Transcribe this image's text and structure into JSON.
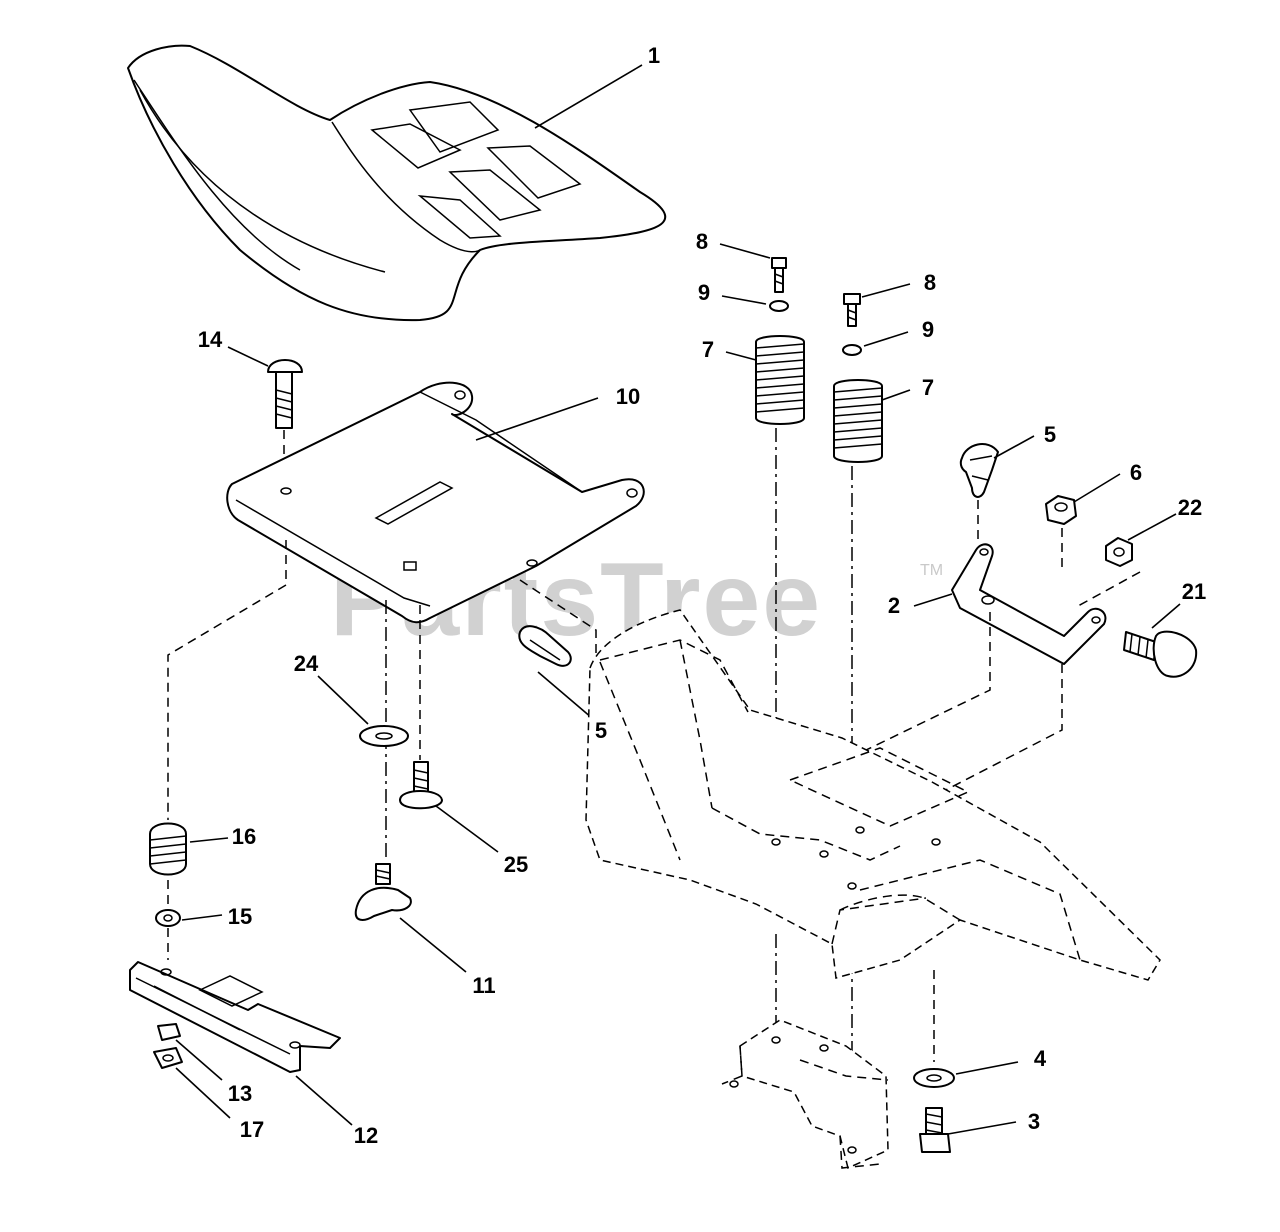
{
  "watermark": {
    "text": "PartsTree",
    "trademark": "TM"
  },
  "callouts": [
    {
      "id": "c1",
      "text": "1"
    },
    {
      "id": "c14",
      "text": "14"
    },
    {
      "id": "c10",
      "text": "10"
    },
    {
      "id": "c24",
      "text": "24"
    },
    {
      "id": "c5a",
      "text": "5"
    },
    {
      "id": "c16",
      "text": "16"
    },
    {
      "id": "c25",
      "text": "25"
    },
    {
      "id": "c15",
      "text": "15"
    },
    {
      "id": "c11",
      "text": "11"
    },
    {
      "id": "c13",
      "text": "13"
    },
    {
      "id": "c17",
      "text": "17"
    },
    {
      "id": "c12",
      "text": "12"
    },
    {
      "id": "c8a",
      "text": "8"
    },
    {
      "id": "c9a",
      "text": "9"
    },
    {
      "id": "c7a",
      "text": "7"
    },
    {
      "id": "c8b",
      "text": "8"
    },
    {
      "id": "c9b",
      "text": "9"
    },
    {
      "id": "c7b",
      "text": "7"
    },
    {
      "id": "c5b",
      "text": "5"
    },
    {
      "id": "c6",
      "text": "6"
    },
    {
      "id": "c22",
      "text": "22"
    },
    {
      "id": "c2",
      "text": "2"
    },
    {
      "id": "c21",
      "text": "21"
    },
    {
      "id": "c4",
      "text": "4"
    },
    {
      "id": "c3",
      "text": "3"
    }
  ]
}
